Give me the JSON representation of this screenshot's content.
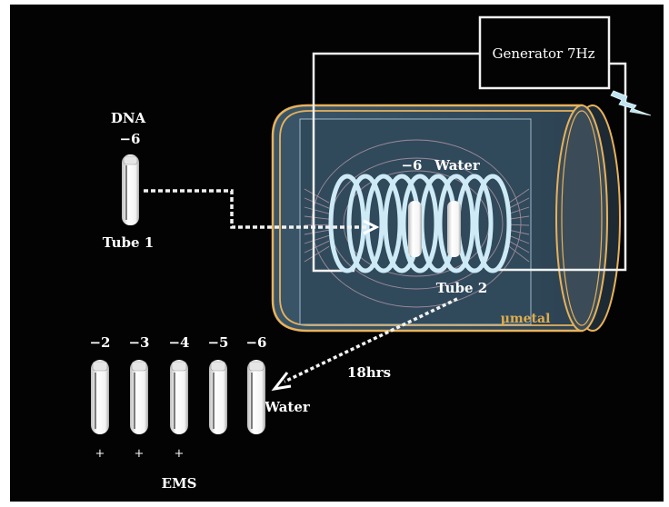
{
  "generator": {
    "label": "Generator 7Hz"
  },
  "source_tube": {
    "sample_label": "DNA",
    "dilution_label": "−6",
    "tube_label": "Tube 1"
  },
  "chamber": {
    "shield_label": "µmetal",
    "inner_dilution_label": "−6",
    "inner_sample_label": "Water",
    "output_tube_label": "Tube 2"
  },
  "transfer": {
    "duration_label": "18hrs",
    "target_label": "Water"
  },
  "dilution_series": {
    "tubes": [
      {
        "dilution": "−2",
        "ems_positive": true,
        "ems_mark": "+"
      },
      {
        "dilution": "−3",
        "ems_positive": true,
        "ems_mark": "+"
      },
      {
        "dilution": "−4",
        "ems_positive": true,
        "ems_mark": "+"
      },
      {
        "dilution": "−5",
        "ems_positive": false,
        "ems_mark": ""
      },
      {
        "dilution": "−6",
        "ems_positive": false,
        "ems_mark": ""
      }
    ],
    "footer_label": "EMS"
  },
  "colors": {
    "background": "#030303",
    "shield_gold": "#e8b25a",
    "chamber_fill": "#2e4556",
    "coil": "#cdeaf6",
    "wire": "#f2f2f2",
    "field_line": "#b79aa8"
  }
}
